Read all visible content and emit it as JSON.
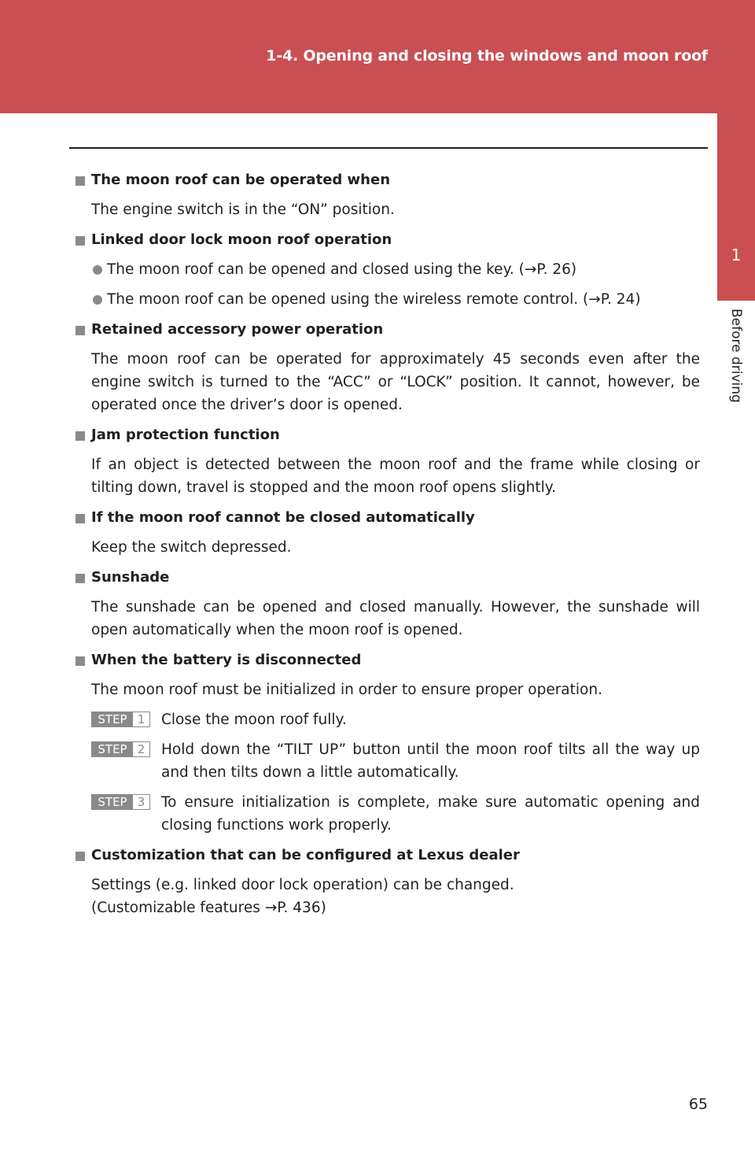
{
  "header": {
    "title": "1-4. Opening and closing the windows and moon roof"
  },
  "side_tab": {
    "number": "1",
    "label": "Before driving"
  },
  "sections": {
    "s1": {
      "heading": "The moon roof can be operated when",
      "text": "The engine switch is in the “ON” position."
    },
    "s2": {
      "heading": "Linked door lock moon roof operation",
      "bullet1": "The moon roof can be opened and closed using the key. (→P. 26)",
      "bullet2": "The moon roof can be opened using the wireless remote control. (→P. 24)"
    },
    "s3": {
      "heading": "Retained accessory power operation",
      "text": "The moon roof can be operated for approximately 45 seconds even after the engine switch is turned to the “ACC” or “LOCK” position. It cannot, however, be operated once the driver’s door is opened."
    },
    "s4": {
      "heading": "Jam protection function",
      "text": "If an object is detected between the moon roof and the frame while closing or tilting down, travel is stopped and the moon roof opens slightly."
    },
    "s5": {
      "heading": "If the moon roof cannot be closed automatically",
      "text": "Keep the switch depressed."
    },
    "s6": {
      "heading": "Sunshade",
      "text": "The sunshade can be opened and closed manually. However, the sunshade will open automatically when the moon roof is opened."
    },
    "s7": {
      "heading": "When the battery is disconnected",
      "text": "The moon roof must be initialized in order to ensure proper operation.",
      "step_label": "STEP",
      "steps": [
        {
          "num": "1",
          "text": "Close the moon roof fully."
        },
        {
          "num": "2",
          "text": "Hold down the “TILT UP” button until the moon roof tilts all the way up and then tilts down a little automatically."
        },
        {
          "num": "3",
          "text": "To ensure initialization is complete, make sure automatic opening and closing functions work properly."
        }
      ]
    },
    "s8": {
      "heading": "Customization that can be configured at Lexus dealer",
      "text1": "Settings (e.g. linked door lock operation) can be changed.",
      "text2": "(Customizable features →P. 436)"
    }
  },
  "page_number": "65",
  "colors": {
    "accent": "#c94f52",
    "marker_gray": "#8a8a8a",
    "text": "#231f20"
  }
}
